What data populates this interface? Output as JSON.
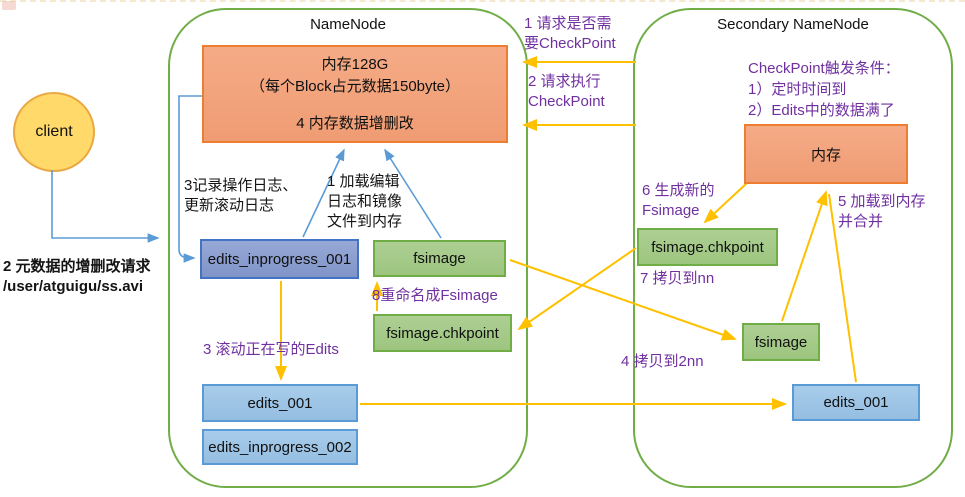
{
  "colors": {
    "purple_label": "#7030A0",
    "orange_arrow": "#FFC000",
    "blue_arrow": "#5B9BD5",
    "container_border": "#70AD47",
    "memory_box_fill": "#F2A483",
    "memory_box_border": "#ED7D31",
    "fsimage_box_fill": "#A9CE8D",
    "fsimage_box_border": "#70AD47",
    "edits_inprogress_fill": "#8FA0CD",
    "edits_inprogress_border": "#4472C4",
    "edits_fill": "#9DC3E6",
    "edits_border": "#5B9BD5",
    "client_fill": "#FFD96A"
  },
  "client": {
    "label": "client"
  },
  "namenode": {
    "title": "NameNode",
    "memory": {
      "line1": "内存128G",
      "line2": "（每个Block占元数据150byte）",
      "line3": "4 内存数据增删改"
    },
    "edits_inprogress_001": "edits_inprogress_001",
    "fsimage": "fsimage",
    "fsimage_chkpoint": "fsimage.chkpoint",
    "edits_001": "edits_001",
    "edits_inprogress_002": "edits_inprogress_002"
  },
  "secondary_namenode": {
    "title": "Secondary NameNode",
    "memory": "内存",
    "fsimage_chkpoint": "fsimage.chkpoint",
    "fsimage": "fsimage",
    "edits_001": "edits_001"
  },
  "labels": {
    "step1_request_checkpoint": "1 请求是否需\n要CheckPoint",
    "step2_exec_checkpoint": "2 请求执行\nCheckPoint",
    "step3_record_log": "3记录操作日志、\n更新滚动日志",
    "step1_load_files": "1 加载编辑\n日志和镜像\n文件到内存",
    "step2_client_request": "2 元数据的增删改请求\n/user/atguigu/ss.avi",
    "step3_roll_edits": "3 滚动正在写的Edits",
    "step8_rename_fsimage": "8重命名成Fsimage",
    "checkpoint_conditions": "CheckPoint触发条件：\n1）定时时间到\n2）Edits中的数据满了",
    "step6_generate_fsimage": "6 生成新的\nFsimage",
    "step7_copy_to_nn": "7 拷贝到nn",
    "step4_copy_to_2nn": "4 拷贝到2nn",
    "step5_load_merge": "5 加载到内存\n并合并"
  }
}
